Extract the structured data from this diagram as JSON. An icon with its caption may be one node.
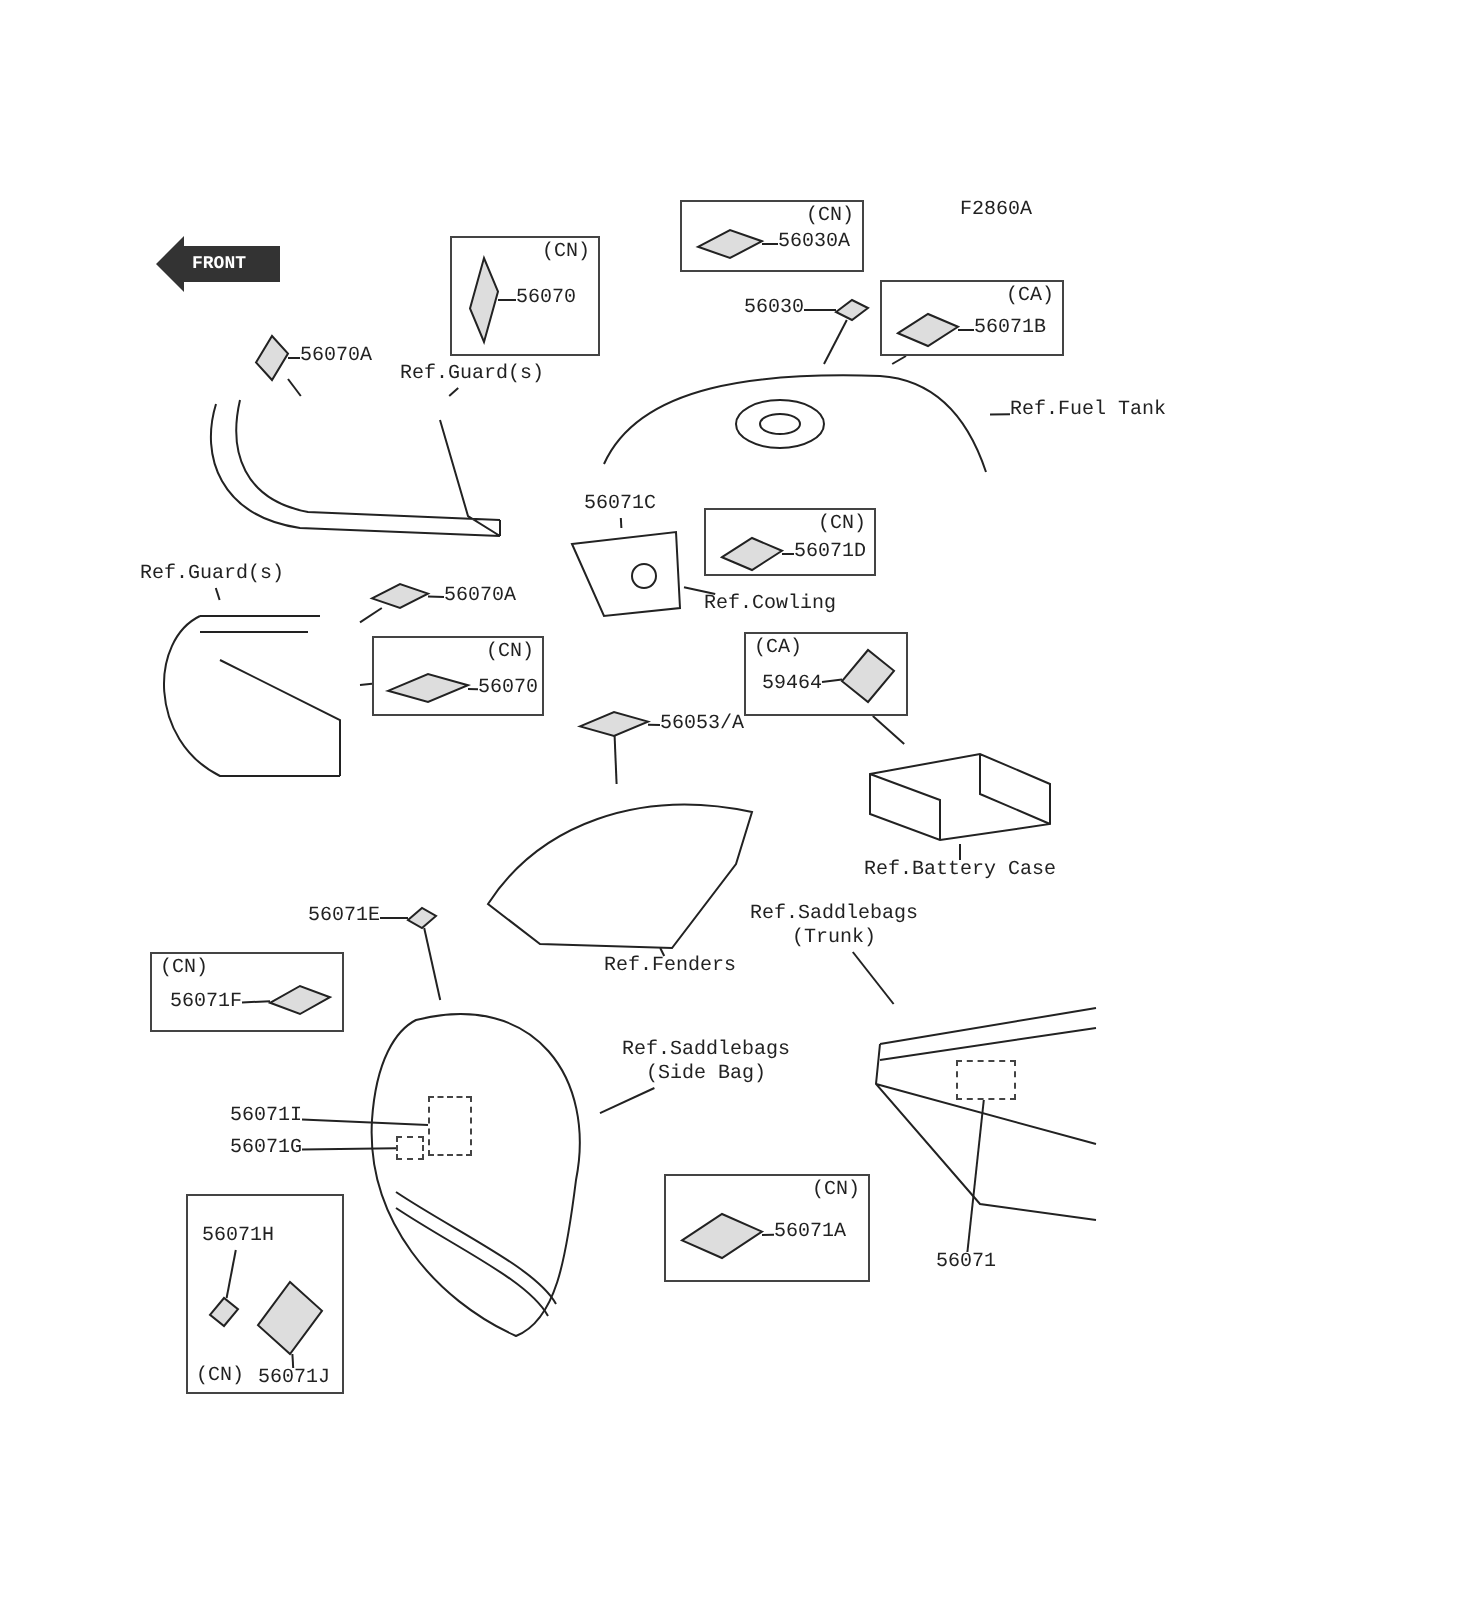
{
  "diagram": {
    "nodes": [
      {
        "text": [
          "FRONT"
        ]
      },
      {
        "text": [],
        "shape": "picture"
      },
      {
        "text": [
          "Ref.Guard(s)"
        ]
      },
      {
        "text": [],
        "shape": "picture"
      },
      {
        "text": [
          "56070A"
        ]
      },
      {
        "text": [
          "(CN)"
        ]
      },
      {
        "text": [],
        "shape": "picture",
        "in": 5
      },
      {
        "text": [
          "56070"
        ],
        "in": 5
      },
      {
        "text": [
          "(CN)"
        ]
      },
      {
        "text": [],
        "shape": "picture",
        "in": 8
      },
      {
        "text": [
          "56030A"
        ],
        "in": 8
      },
      {
        "text": [],
        "shape": "picture"
      },
      {
        "text": [
          "56030"
        ]
      },
      {
        "text": [],
        "shape": "picture"
      },
      {
        "text": [
          "Ref.Fuel Tank"
        ]
      },
      {
        "text": [
          "(CA)"
        ]
      },
      {
        "text": [],
        "shape": "picture",
        "in": 15
      },
      {
        "text": [
          "56071B"
        ],
        "in": 15
      },
      {
        "text": [],
        "shape": "picture"
      },
      {
        "text": [
          "56071C"
        ]
      },
      {
        "text": [
          "Ref.Cowling"
        ]
      },
      {
        "text": [
          "(CN)"
        ]
      },
      {
        "text": [],
        "shape": "picture",
        "in": 21
      },
      {
        "text": [
          "56071D"
        ],
        "in": 21
      },
      {
        "text": [],
        "shape": "picture"
      },
      {
        "text": [
          "Ref.Guard(s)"
        ]
      },
      {
        "text": [],
        "shape": "picture"
      },
      {
        "text": [
          "56070A"
        ]
      },
      {
        "text": [
          "(CN)"
        ]
      },
      {
        "text": [],
        "shape": "picture",
        "in": 28
      },
      {
        "text": [
          "56070"
        ],
        "in": 28
      },
      {
        "text": [
          "(CA)"
        ]
      },
      {
        "text": [],
        "shape": "picture",
        "in": 31
      },
      {
        "text": [
          "59464"
        ],
        "in": 31
      },
      {
        "text": [],
        "shape": "picture"
      },
      {
        "text": [
          "Ref.Battery Case"
        ]
      },
      {
        "text": [],
        "shape": "picture"
      },
      {
        "text": [
          "56053/A"
        ]
      },
      {
        "text": [],
        "shape": "picture"
      },
      {
        "text": [
          "Ref.Fenders"
        ]
      },
      {
        "text": [],
        "shape": "picture"
      },
      {
        "text": [
          "56071E"
        ]
      },
      {
        "text": [],
        "shape": "picture"
      },
      {
        "text": [
          "Ref.Saddlebags (Side Bag)"
        ]
      },
      {
        "text": [
          "(CN)"
        ]
      },
      {
        "text": [],
        "shape": "picture",
        "in": 44
      },
      {
        "text": [
          "56071F"
        ],
        "in": 44
      },
      {
        "text": [],
        "shape": "box",
        "in": 42
      },
      {
        "text": [
          "56071I"
        ]
      },
      {
        "text": [],
        "shape": "box",
        "in": 42
      },
      {
        "text": [
          "56071G"
        ]
      },
      {
        "text": [
          "(CN)"
        ]
      },
      {
        "text": [],
        "shape": "picture",
        "in": 51
      },
      {
        "text": [
          "56071H"
        ],
        "in": 51
      },
      {
        "text": [],
        "shape": "picture",
        "in": 51
      },
      {
        "text": [
          "56071J"
        ],
        "in": 51
      },
      {
        "text": [],
        "shape": "picture"
      },
      {
        "text": [
          "Ref.Saddlebags (Trunk)"
        ]
      },
      {
        "text": [],
        "shape": "box",
        "in": 56
      },
      {
        "text": [
          "56071"
        ]
      },
      {
        "text": [
          "(CN)"
        ]
      },
      {
        "text": [],
        "shape": "picture",
        "in": 60
      },
      {
        "text": [
          "56071A"
        ],
        "in": 60
      }
    ],
    "edges": [
      {
        "from": 2,
        "to": 1,
        "arrow": "none"
      },
      {
        "from": 4,
        "to": 3,
        "arrow": "none"
      },
      {
        "from": 3,
        "to": 1,
        "arrow": "none"
      },
      {
        "from": 7,
        "to": 6,
        "arrow": "none"
      },
      {
        "from": 10,
        "to": 9,
        "arrow": "none"
      },
      {
        "from": 12,
        "to": 11,
        "arrow": "none"
      },
      {
        "from": 11,
        "to": 13,
        "arrow": "none"
      },
      {
        "from": 14,
        "to": 13,
        "arrow": "none"
      },
      {
        "from": 17,
        "to": 16,
        "arrow": "none"
      },
      {
        "from": 15,
        "to": 13,
        "arrow": "none"
      },
      {
        "from": 19,
        "to": 18,
        "arrow": "none"
      },
      {
        "from": 20,
        "to": 18,
        "arrow": "none"
      },
      {
        "from": 23,
        "to": 22,
        "arrow": "none"
      },
      {
        "from": 25,
        "to": 24,
        "arrow": "none"
      },
      {
        "from": 27,
        "to": 26,
        "arrow": "none"
      },
      {
        "from": 26,
        "to": 24,
        "arrow": "none"
      },
      {
        "from": 30,
        "to": 29,
        "arrow": "none"
      },
      {
        "from": 28,
        "to": 24,
        "arrow": "none"
      },
      {
        "from": 33,
        "to": 32,
        "arrow": "none"
      },
      {
        "from": 31,
        "to": 34,
        "arrow": "none"
      },
      {
        "from": 35,
        "to": 34,
        "arrow": "none"
      },
      {
        "from": 37,
        "to": 36,
        "arrow": "none"
      },
      {
        "from": 36,
        "to": 38,
        "arrow": "none"
      },
      {
        "from": 39,
        "to": 38,
        "arrow": "none"
      },
      {
        "from": 41,
        "to": 40,
        "arrow": "none"
      },
      {
        "from": 40,
        "to": 42,
        "arrow": "none"
      },
      {
        "from": 43,
        "to": 42,
        "arrow": "none"
      },
      {
        "from": 46,
        "to": 45,
        "arrow": "none"
      },
      {
        "from": 48,
        "to": 47,
        "arrow": "none"
      },
      {
        "from": 50,
        "to": 49,
        "arrow": "none"
      },
      {
        "from": 53,
        "to": 52,
        "arrow": "none"
      },
      {
        "from": 55,
        "to": 54,
        "arrow": "none"
      },
      {
        "from": 57,
        "to": 56,
        "arrow": "none"
      },
      {
        "from": 59,
        "to": 58,
        "arrow": "none"
      },
      {
        "from": 62,
        "to": 61,
        "arrow": "none"
      }
    ],
    "labels": [
      "F2860A"
    ]
  }
}
